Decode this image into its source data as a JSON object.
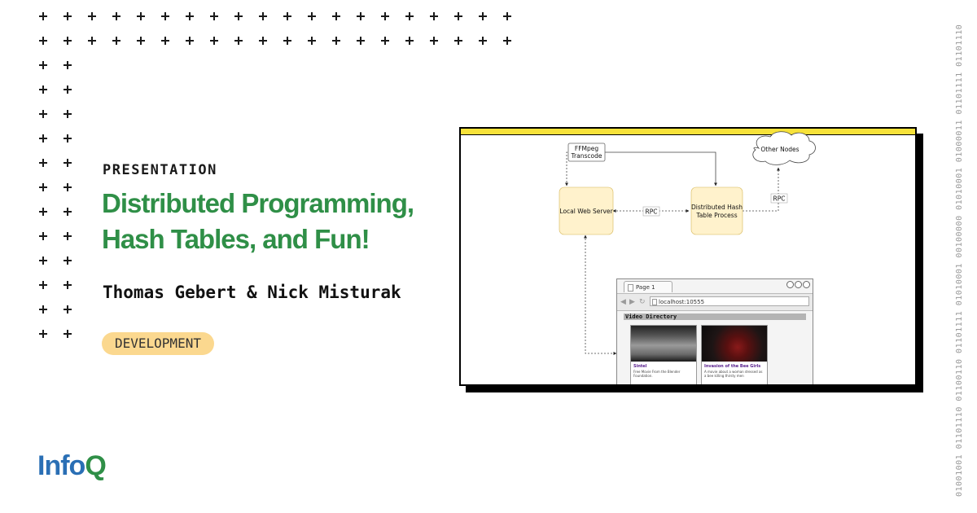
{
  "header": {
    "label": "PRESENTATION",
    "title": "Distributed Programming, Hash Tables, and Fun!",
    "authors": "Thomas Gebert & Nick Misturak",
    "tag": "DEVELOPMENT"
  },
  "brand": {
    "logo_part1": "Info",
    "logo_part2": "Q",
    "primary_color": "#2a6fb5",
    "accent_color": "#2f8f47",
    "tag_color": "#fbd88f"
  },
  "binary_strip": "01001001 01101110 01100110 01101111 01010001 00100000 01010001 01000011 01101111 01101110",
  "diagram": {
    "ffmpeg_line1": "FFMpeg",
    "ffmpeg_line2": "Transcode",
    "other_nodes": "Other Nodes",
    "web_server": "Local Web Server",
    "dht_line1": "Distributed Hash",
    "dht_line2": "Table Process",
    "rpc_left": "RPC",
    "rpc_right": "RPC"
  },
  "browser": {
    "tab_label": "Page 1",
    "address": "localhost:10555",
    "heading": "Video Directory",
    "videos": [
      {
        "title": "Sintel",
        "description": "Free Movie From the Blender Foundation."
      },
      {
        "title": "Invasion of the Bee Girls",
        "description": "A movie about a woman dressed as a bee killing thirsty men"
      }
    ]
  }
}
